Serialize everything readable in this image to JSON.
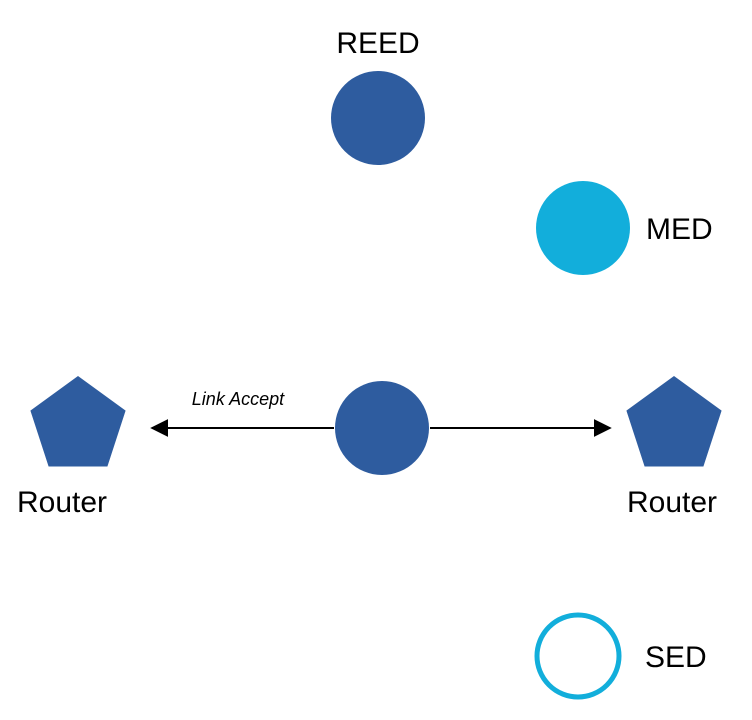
{
  "diagram": {
    "colors": {
      "node_blue": "#2E5C9F",
      "node_cyan": "#12AEDB",
      "edge_black": "#000000",
      "background": "#FFFFFF"
    },
    "nodes": {
      "reed": {
        "label": "REED",
        "shape": "circle",
        "fill": "node_blue"
      },
      "med": {
        "label": "MED",
        "shape": "circle",
        "fill": "node_cyan"
      },
      "central": {
        "label": "",
        "shape": "circle",
        "fill": "node_blue"
      },
      "router_left": {
        "label": "Router",
        "shape": "pentagon",
        "fill": "node_blue"
      },
      "router_right": {
        "label": "Router",
        "shape": "pentagon",
        "fill": "node_blue"
      },
      "sed": {
        "label": "SED",
        "shape": "circle-outline",
        "stroke": "node_cyan"
      }
    },
    "edges": {
      "link_accept": {
        "label": "Link Accept",
        "from": "central",
        "to": "router_left",
        "arrow": "left"
      },
      "right_link": {
        "label": "",
        "from": "central",
        "to": "router_right",
        "arrow": "right"
      }
    }
  }
}
